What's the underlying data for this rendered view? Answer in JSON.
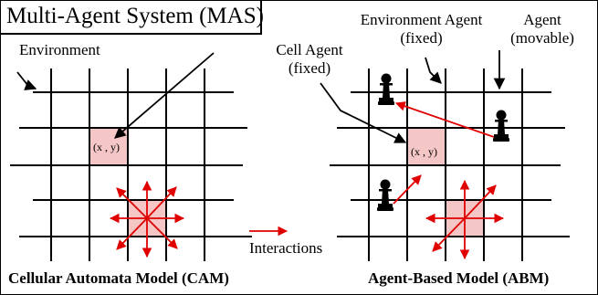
{
  "title": "Multi-Agent System (MAS)",
  "labels": {
    "environment": "Environment",
    "cell_agent_line1": "Cell Agent",
    "cell_agent_line2": "(fixed)",
    "environment_agent_line1": "Environment Agent",
    "environment_agent_line2": "(fixed)",
    "agent_line1": "Agent",
    "agent_line2": "(movable)",
    "coord_left": "(x , y)",
    "coord_right": "(x , y)",
    "interactions": "Interactions"
  },
  "footers": {
    "left": "Cellular Automata Model (CAM)",
    "right": "Agent-Based Model (ABM)"
  },
  "colors": {
    "grid_line": "#000000",
    "cell_fill": "#f4c6c6",
    "interaction_arrow": "#e00000"
  },
  "icons": [
    "pawn-icon",
    "pawn-icon",
    "pawn-icon"
  ]
}
